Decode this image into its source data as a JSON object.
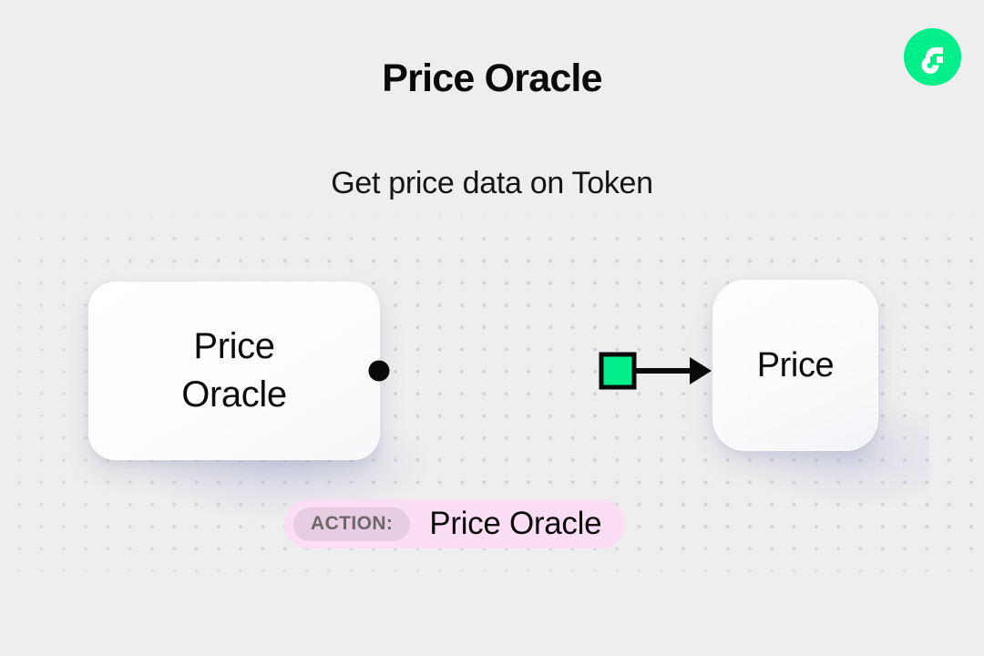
{
  "page": {
    "title": "Price Oracle",
    "subtitle": "Get price data on Token",
    "background_color": "#eeeeee"
  },
  "logo": {
    "name": "flow-logo",
    "brand_color": "#00ef8b",
    "glyph_color": "#ffffff"
  },
  "diagram": {
    "nodes": [
      {
        "id": "source",
        "label": "Price\nOracle"
      },
      {
        "id": "output",
        "label": "Price"
      }
    ],
    "connector": {
      "start_dot_color": "#0a0a0a",
      "line_color": "#0a0a0a",
      "accent_color": "#00ef8b",
      "marker_shape": "square",
      "arrow_shape": "triangle"
    }
  },
  "action_bar": {
    "tag_label": "ACTION:",
    "action_label": "Price Oracle",
    "pill_color": "#fbdef4",
    "tag_color": "#e6cde1",
    "tag_text_color": "#6d676c"
  }
}
